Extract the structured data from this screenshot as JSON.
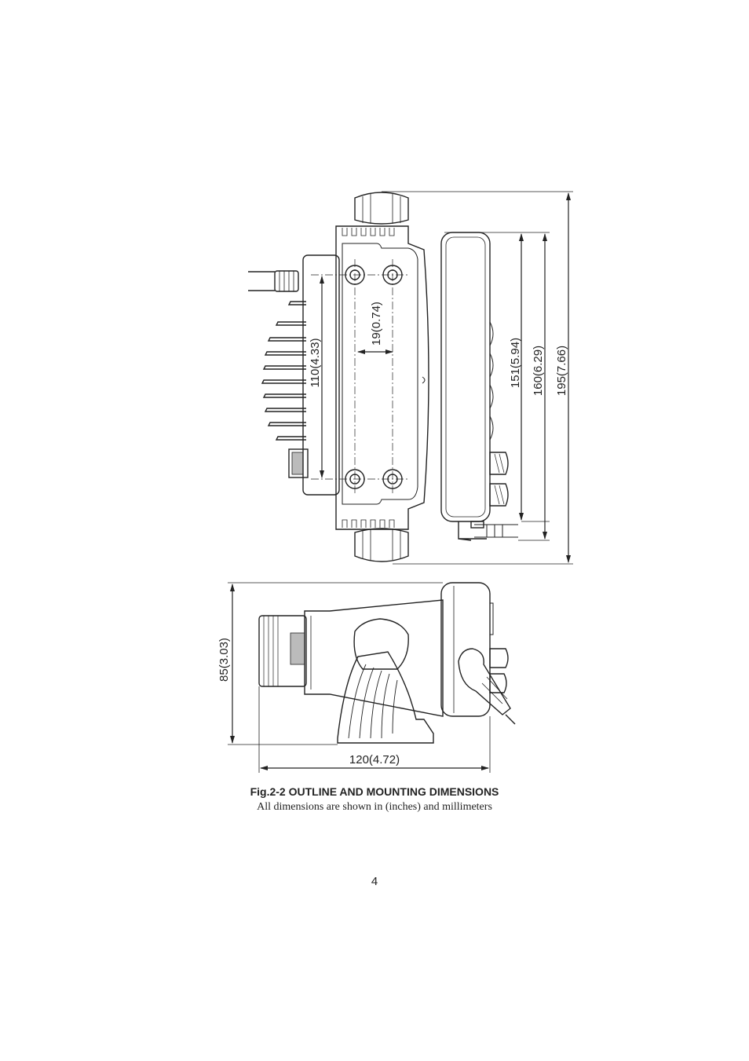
{
  "figure": {
    "title": "Fig.2-2  OUTLINE AND MOUNTING DIMENSIONS",
    "subtitle": "All dimensions are shown in (inches) and millimeters"
  },
  "dimensions": {
    "hole_spacing_horizontal": "19(0.74)",
    "hole_spacing_vertical": "110(4.33)",
    "front_panel_height": "151(5.94)",
    "height_with_connector": "160(6.29)",
    "overall_height": "195(7.66)",
    "side_height": "85(3.03)",
    "depth": "120(4.72)"
  },
  "page_number": "4"
}
